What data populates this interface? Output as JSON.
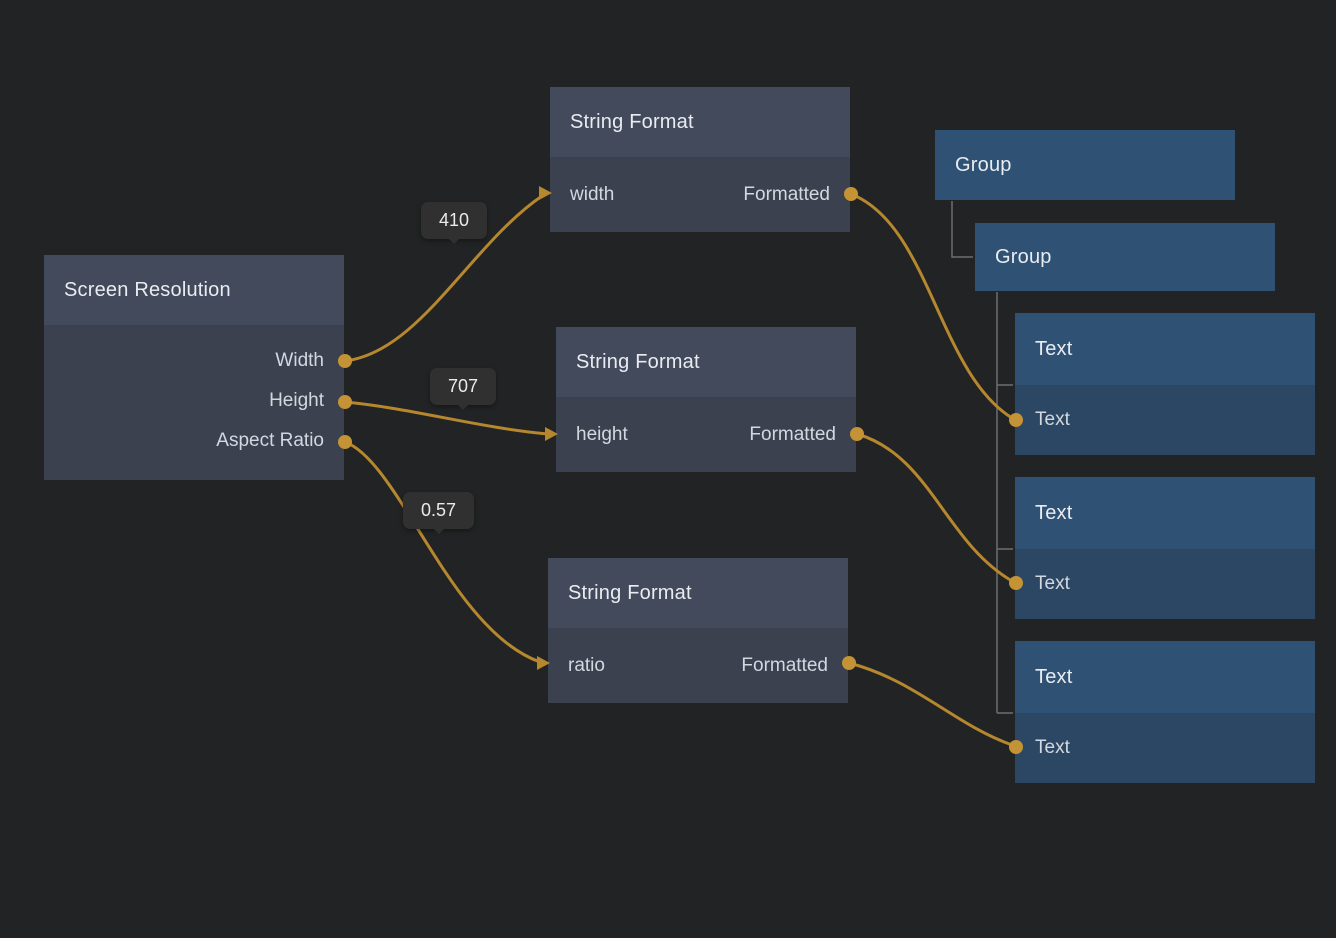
{
  "colors": {
    "background": "#222324",
    "logic_node_header": "#434a5b",
    "logic_node_body": "#3b414f",
    "visual_node_header": "#2f5274",
    "visual_node_body": "#2b4763",
    "wire": "#b5872e",
    "port_dot": "#c49336",
    "badge_background": "#303030",
    "hierarchy_line": "#6e6e6e"
  },
  "nodes": {
    "screen_resolution": {
      "title": "Screen Resolution",
      "outputs": [
        {
          "label": "Width"
        },
        {
          "label": "Height"
        },
        {
          "label": "Aspect Ratio"
        }
      ]
    },
    "string_formats": [
      {
        "title": "String Format",
        "input": "width",
        "output": "Formatted"
      },
      {
        "title": "String Format",
        "input": "height",
        "output": "Formatted"
      },
      {
        "title": "String Format",
        "input": "ratio",
        "output": "Formatted"
      }
    ],
    "groups": [
      {
        "title": "Group"
      },
      {
        "title": "Group"
      }
    ],
    "texts": [
      {
        "title": "Text",
        "input": "Text"
      },
      {
        "title": "Text",
        "input": "Text"
      },
      {
        "title": "Text",
        "input": "Text"
      }
    ]
  },
  "wire_values": [
    {
      "value": "410"
    },
    {
      "value": "707"
    },
    {
      "value": "0.57"
    }
  ]
}
